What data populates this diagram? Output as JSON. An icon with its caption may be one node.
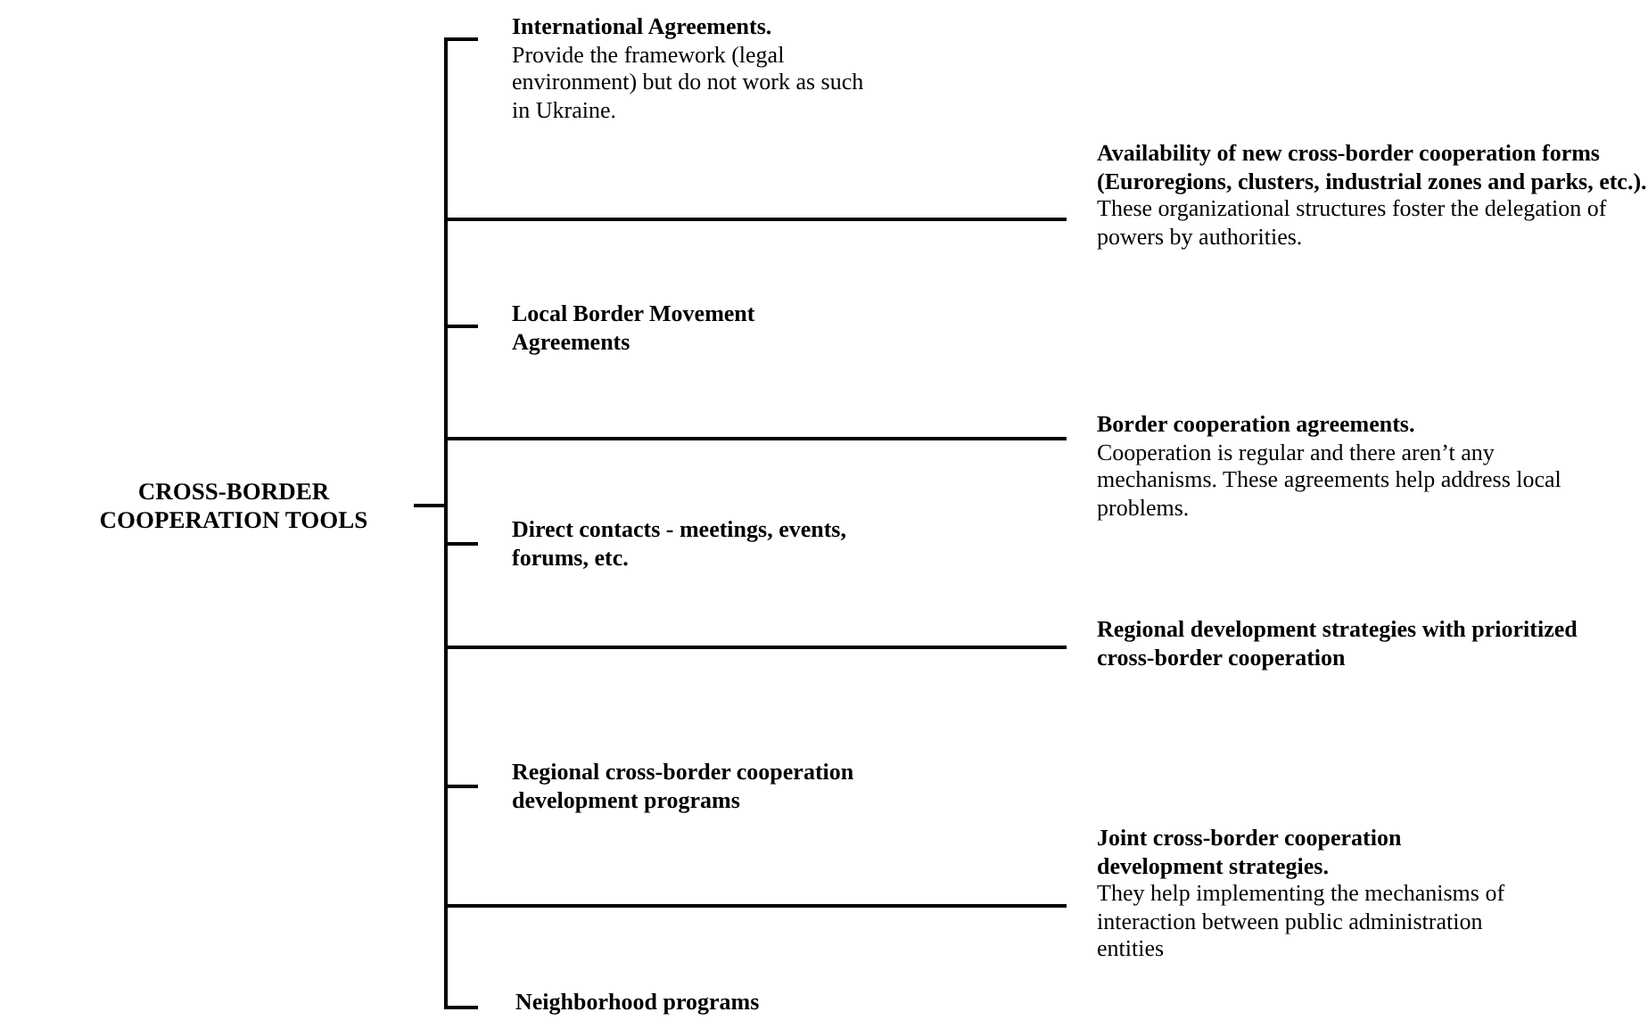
{
  "diagram": {
    "nodes": [
      {
        "text": [
          "CROSS-BORDER COOPERATION TOOLS"
        ]
      },
      {
        "text": [
          "International Agreements.",
          "Provide the framework (legal environment) but do not work as such in Ukraine."
        ]
      },
      {
        "text": [
          "Local Border Movement Agreements"
        ]
      },
      {
        "text": [
          "Direct contacts - meetings, events, forums, etc."
        ]
      },
      {
        "text": [
          "Regional cross-border cooperation development programs"
        ]
      },
      {
        "text": [
          "Neighborhood programs"
        ]
      },
      {
        "text": [
          "Availability of new cross-border cooperation forms (Euroregions, clusters, industrial zones and parks, etc.).",
          "These organizational structures foster the delegation of powers by authorities."
        ]
      },
      {
        "text": [
          "Border cooperation agreements.",
          "Cooperation is regular and there aren’t any mechanisms. These agreements help address local problems."
        ]
      },
      {
        "text": [
          "Regional development strategies with prioritized cross-border cooperation"
        ]
      },
      {
        "text": [
          "Joint cross-border cooperation development strategies.",
          "They help implementing the mechanisms of interaction between public administration entities"
        ]
      }
    ],
    "edges": [
      {
        "from": 0,
        "to": 1,
        "arrow": "none"
      },
      {
        "from": 0,
        "to": 6,
        "arrow": "none"
      },
      {
        "from": 0,
        "to": 2,
        "arrow": "none"
      },
      {
        "from": 0,
        "to": 7,
        "arrow": "none"
      },
      {
        "from": 0,
        "to": 3,
        "arrow": "none"
      },
      {
        "from": 0,
        "to": 8,
        "arrow": "none"
      },
      {
        "from": 0,
        "to": 4,
        "arrow": "none"
      },
      {
        "from": 0,
        "to": 9,
        "arrow": "none"
      },
      {
        "from": 0,
        "to": 5,
        "arrow": "none"
      }
    ]
  }
}
